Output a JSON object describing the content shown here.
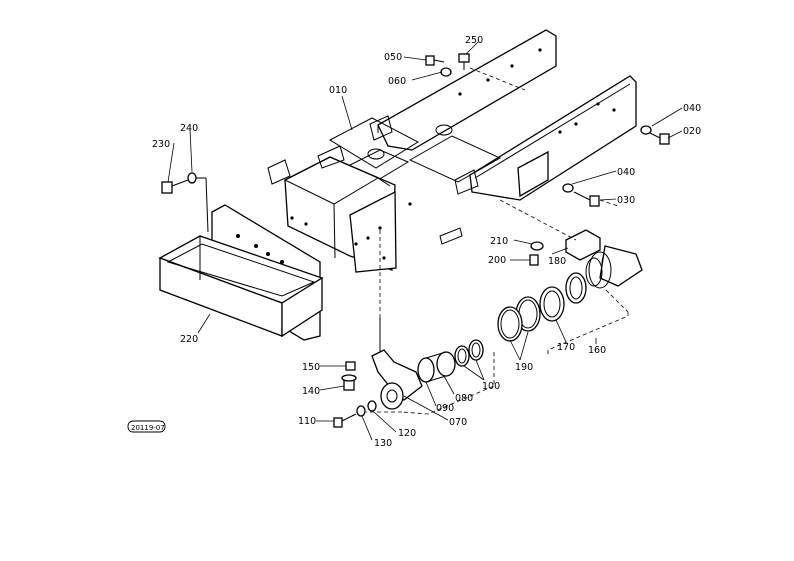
{
  "diagram": {
    "ref_code": "20119-07",
    "callouts": [
      {
        "id": "c010",
        "label": "010"
      },
      {
        "id": "c020",
        "label": "020"
      },
      {
        "id": "c030",
        "label": "030"
      },
      {
        "id": "c040a",
        "label": "040"
      },
      {
        "id": "c040b",
        "label": "040"
      },
      {
        "id": "c050",
        "label": "050"
      },
      {
        "id": "c060",
        "label": "060"
      },
      {
        "id": "c070",
        "label": "070"
      },
      {
        "id": "c080",
        "label": "080"
      },
      {
        "id": "c090",
        "label": "090"
      },
      {
        "id": "c100",
        "label": "100"
      },
      {
        "id": "c110",
        "label": "110"
      },
      {
        "id": "c120",
        "label": "120"
      },
      {
        "id": "c130",
        "label": "130"
      },
      {
        "id": "c140",
        "label": "140"
      },
      {
        "id": "c150",
        "label": "150"
      },
      {
        "id": "c160",
        "label": "160"
      },
      {
        "id": "c170",
        "label": "170"
      },
      {
        "id": "c180",
        "label": "180"
      },
      {
        "id": "c190",
        "label": "190"
      },
      {
        "id": "c200",
        "label": "200"
      },
      {
        "id": "c210",
        "label": "210"
      },
      {
        "id": "c220",
        "label": "220"
      },
      {
        "id": "c230",
        "label": "230"
      },
      {
        "id": "c240",
        "label": "240"
      },
      {
        "id": "c250",
        "label": "250"
      }
    ]
  }
}
